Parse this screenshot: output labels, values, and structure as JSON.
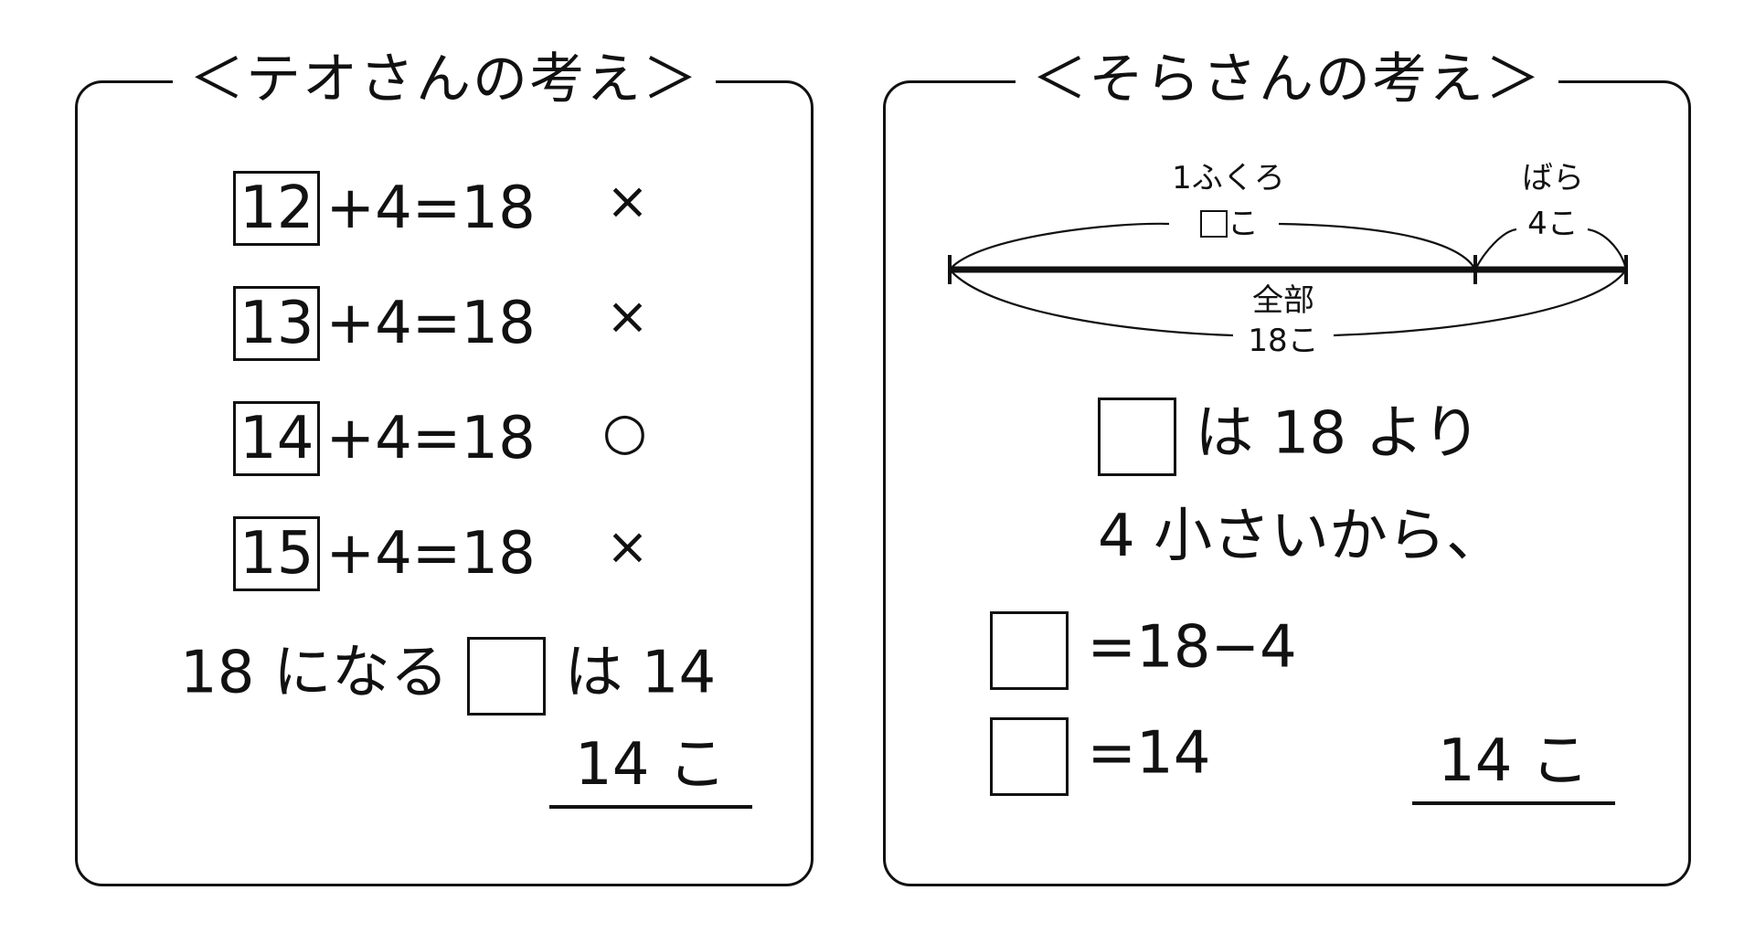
{
  "left": {
    "title": "＜テオさんの考え＞",
    "rows": [
      {
        "boxed": "12",
        "expr": "+4=18",
        "mark": "×"
      },
      {
        "boxed": "13",
        "expr": "+4=18",
        "mark": "×"
      },
      {
        "boxed": "14",
        "expr": "+4=18",
        "mark": "○"
      },
      {
        "boxed": "15",
        "expr": "+4=18",
        "mark": "×"
      }
    ],
    "conclusion_before": "18 になる",
    "conclusion_after": "は 14",
    "answer": "14 こ"
  },
  "right": {
    "title": "＜そらさんの考え＞",
    "diagram": {
      "bag_label_top": "1ふくろ",
      "bag_label_bottom": "こ",
      "loose_label_top": "ばら",
      "loose_label_bottom": "4こ",
      "total_label_top": "全部",
      "total_label_bottom": "18こ"
    },
    "explain_line1": "は 18 より",
    "explain_line2": "4 小さいから、",
    "eq1": "=18−4",
    "eq2": "=14",
    "answer": "14 こ"
  }
}
